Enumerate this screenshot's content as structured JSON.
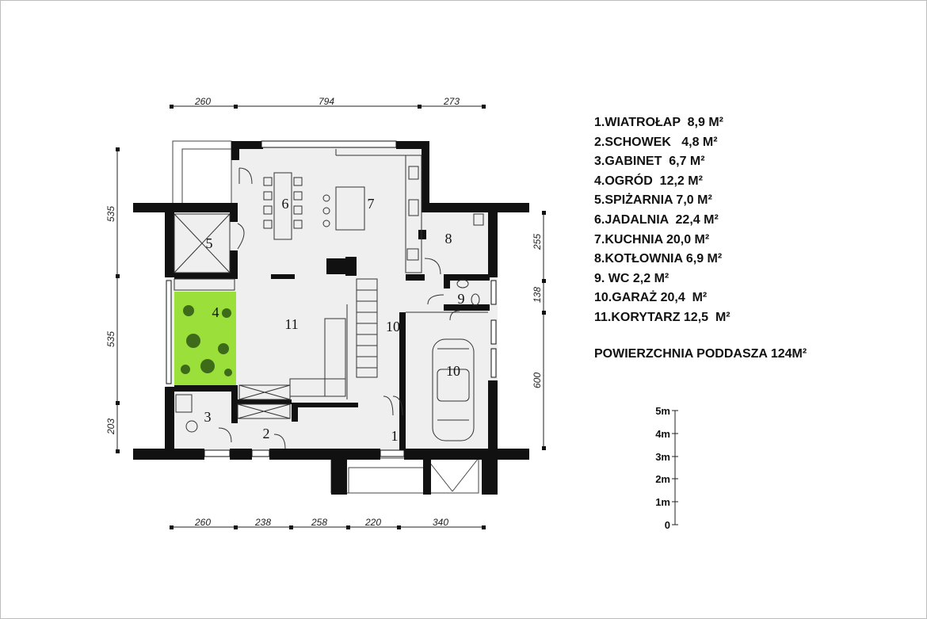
{
  "dimensions": {
    "top": [
      "260",
      "794",
      "273"
    ],
    "bottom": [
      "260",
      "238",
      "258",
      "220",
      "340"
    ],
    "left": [
      "535",
      "535",
      "203"
    ],
    "right": [
      "255",
      "138",
      "600"
    ]
  },
  "room_numbers": [
    "1",
    "2",
    "3",
    "4",
    "5",
    "6",
    "7",
    "8",
    "9",
    "10",
    "11",
    "10"
  ],
  "legend": {
    "items": [
      "1.WIATROŁAP  8,9 M²",
      "2.SCHOWEK   4,8 M²",
      "3.GABINET  6,7 M²",
      "4.OGRÓD  12,2 M²",
      "5.SPIŻARNIA 7,0 M²",
      "6.JADALNIA  22,4 M²",
      "7.KUCHNIA 20,0 M²",
      "8.KOTŁOWNIA 6,9 M²",
      "9. WC 2,2 M²",
      "10.GARAŻ 20,4  M²",
      "11.KORYTARZ 12,5  M²"
    ],
    "summary": "POWIERZCHNIA PODDASZA 124M²"
  },
  "scale": {
    "labels": [
      "5m",
      "4m",
      "3m",
      "2m",
      "1m",
      "0"
    ]
  },
  "colors": {
    "wall": "#111111",
    "floor": "#efefef",
    "garden": "#9be03a",
    "line": "#333333"
  }
}
